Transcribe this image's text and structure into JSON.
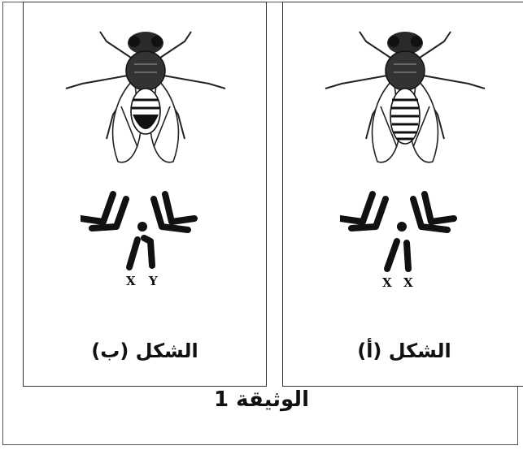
{
  "document_title": "الوثيقة 1",
  "panels": {
    "a": {
      "label": "الشكل (أ)",
      "sex_chromosomes": [
        "X",
        "X"
      ]
    },
    "b": {
      "label": "الشكل (ب)",
      "sex_chromosomes": [
        "X",
        "Y"
      ]
    }
  },
  "icons": [
    "fruit-fly-icon",
    "chromosome-set-icon"
  ]
}
